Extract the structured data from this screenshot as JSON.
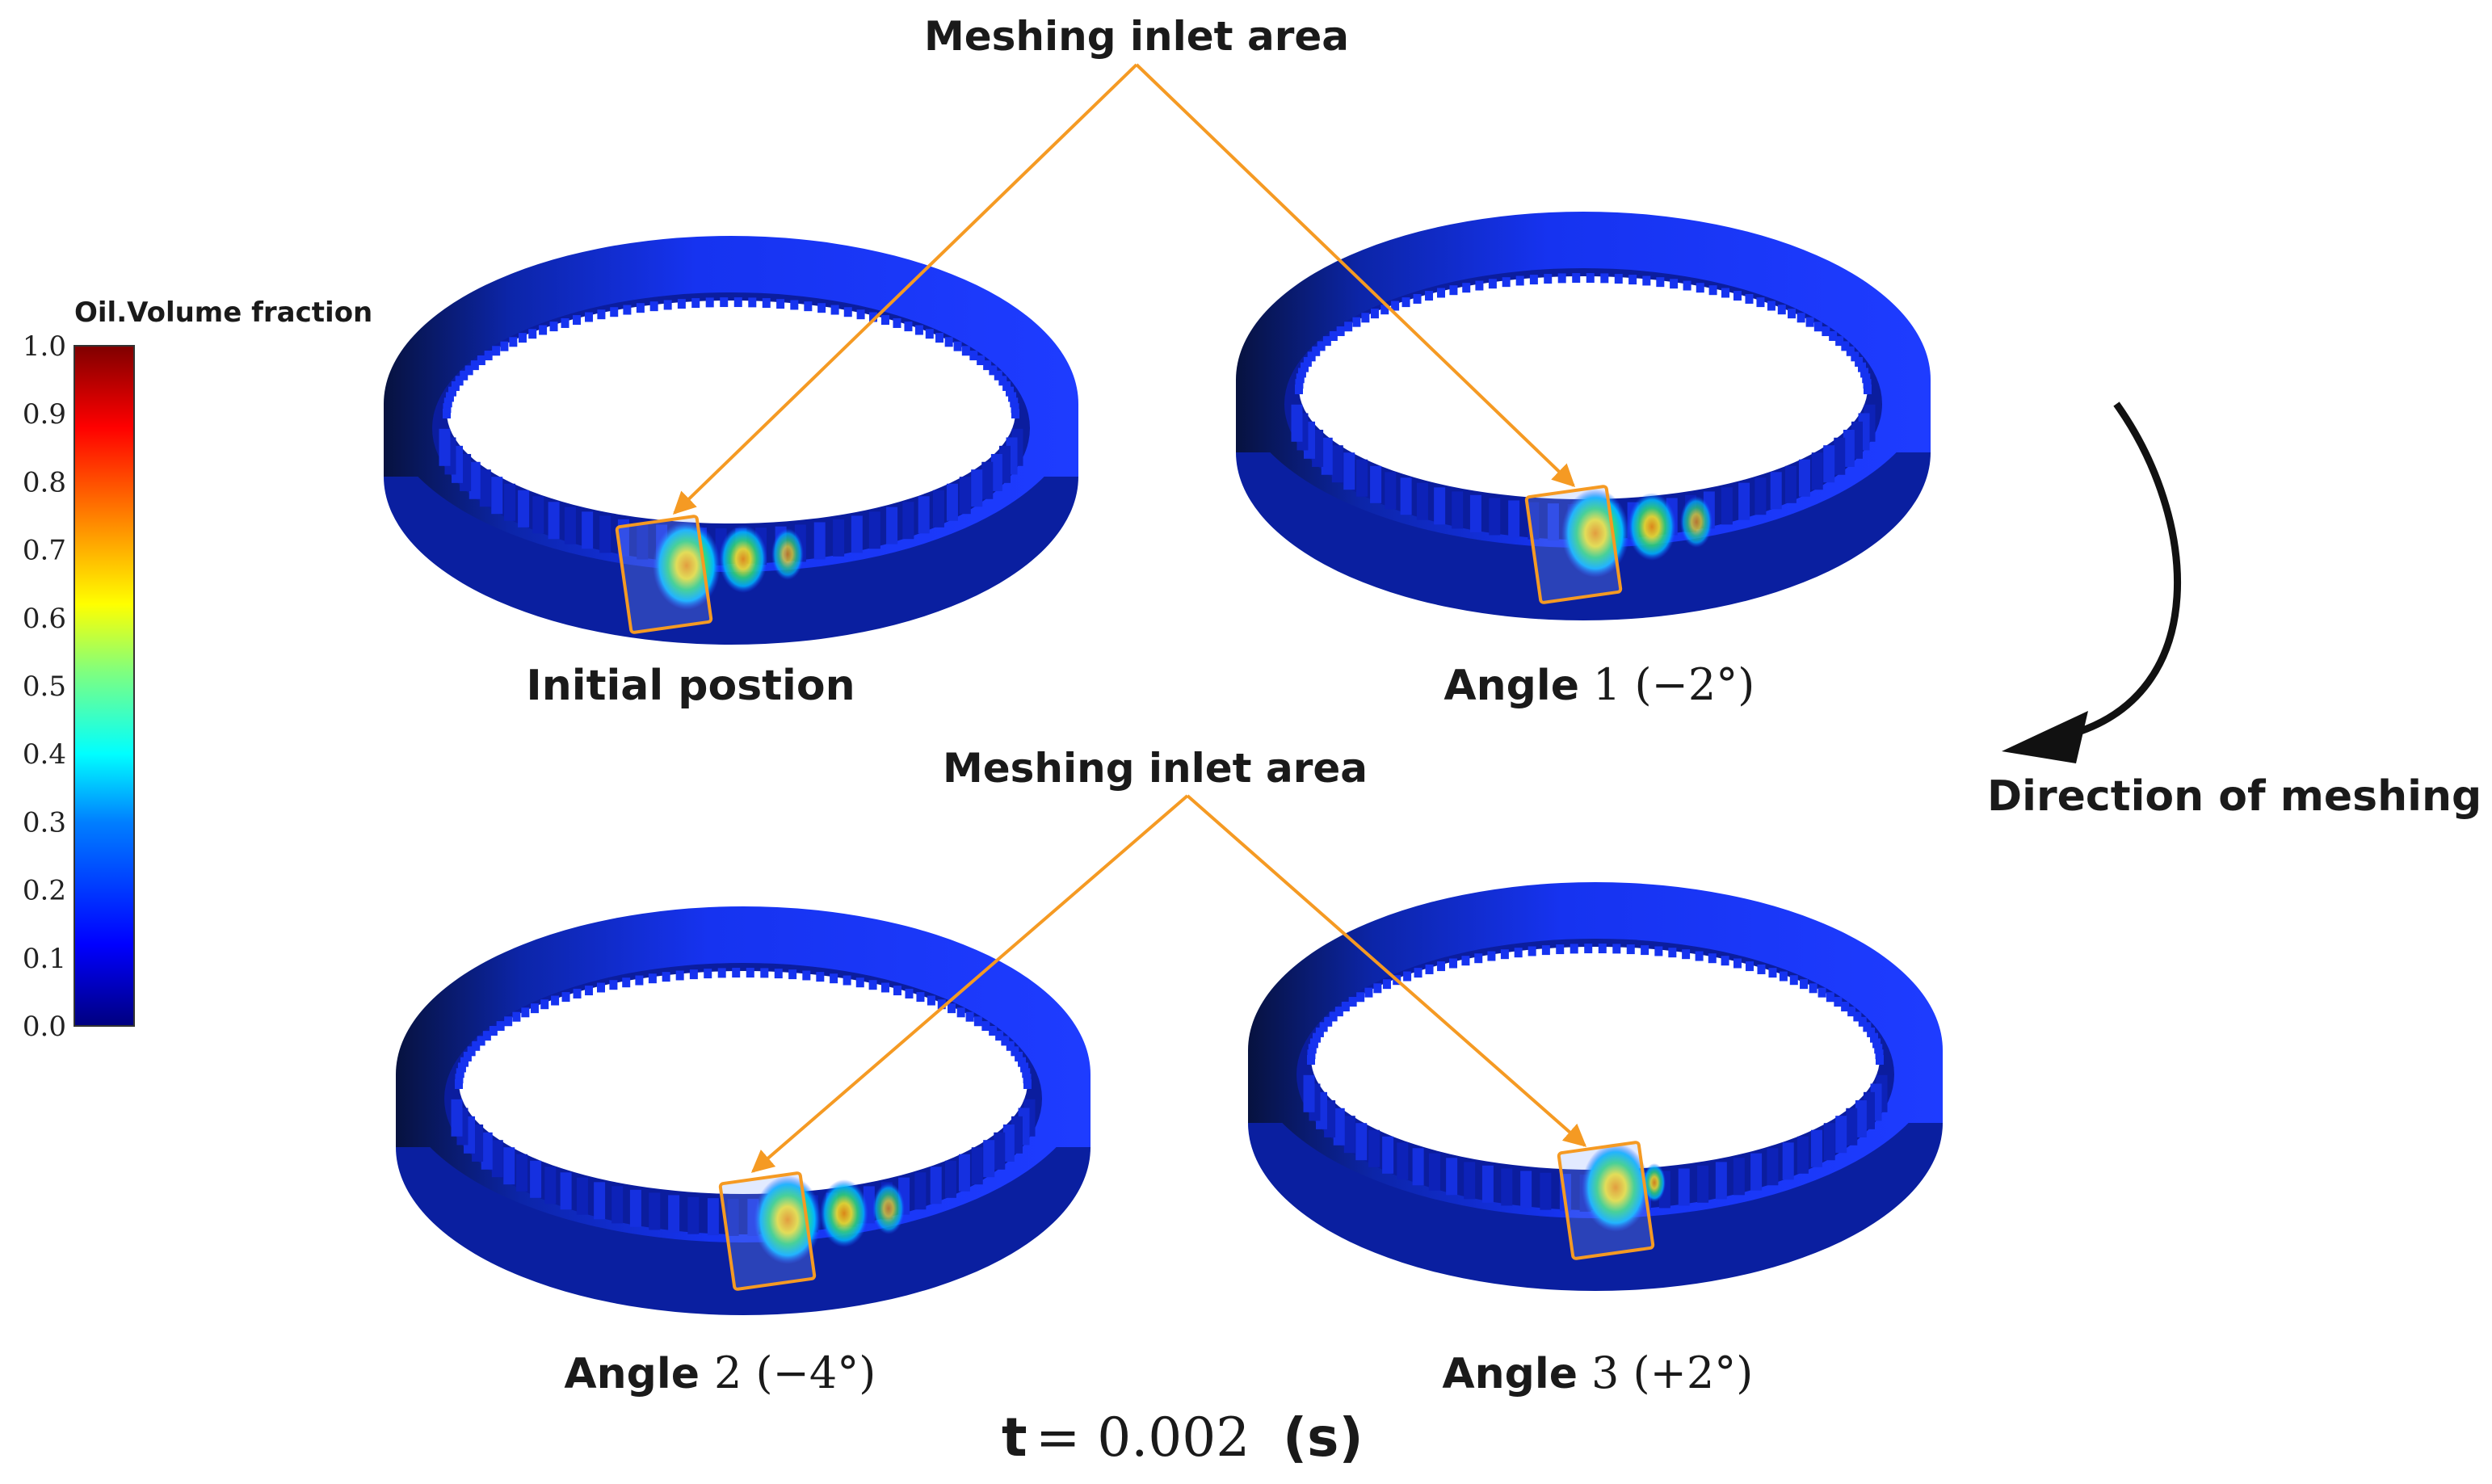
{
  "colorbar": {
    "title": "Oil.Volume fraction",
    "ticks": [
      "1.0",
      "0.9",
      "0.8",
      "0.7",
      "0.6",
      "0.5",
      "0.4",
      "0.3",
      "0.2",
      "0.1",
      "0.0"
    ],
    "stops": [
      "#00007f",
      "#0000ff",
      "#007fff",
      "#00ffff",
      "#7fff7f",
      "#ffff00",
      "#ff7f00",
      "#ff0000",
      "#7f0000"
    ]
  },
  "callouts": {
    "top": "Meshing inlet area",
    "bottom": "Meshing inlet area",
    "color": "#f59a23"
  },
  "panels": [
    {
      "label": "Initial postion",
      "angle_text": ""
    },
    {
      "label": "Angle",
      "angle_text": "1 (−2°)"
    },
    {
      "label": "Angle",
      "angle_text": "2 (−4°)"
    },
    {
      "label": "Angle",
      "angle_text": "3 (+2°)"
    }
  ],
  "direction": {
    "label": "Direction of meshing"
  },
  "time": {
    "var": "t",
    "value": "= 0.002",
    "unit": "(s)"
  },
  "gear_color": "#1633f0"
}
